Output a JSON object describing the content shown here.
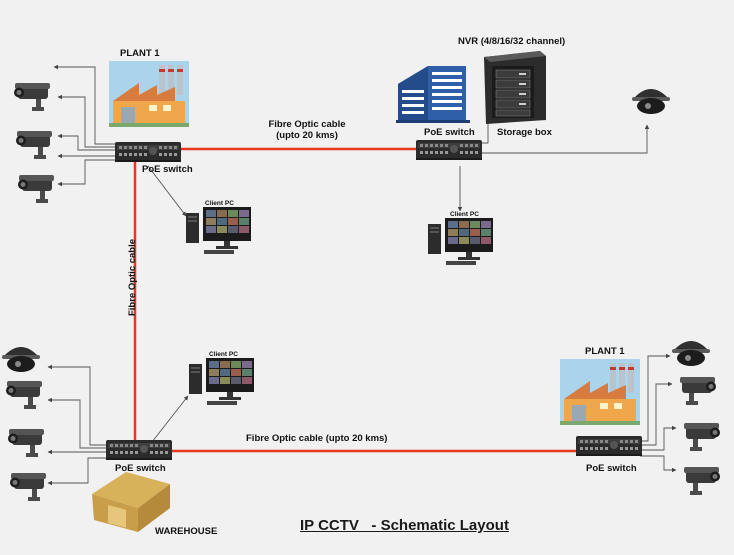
{
  "diagram": {
    "title": "IP CCTV   - Schematic Layout",
    "plant_top_left": "PLANT 1",
    "plant_bottom_right": "PLANT 1",
    "nvr_label": "NVR (4/8/16/32 channel)",
    "storage_label": "Storage box",
    "switch_labels": [
      "PoE switch",
      "PoE switch",
      "PoE switch",
      "PoE switch"
    ],
    "client_pc_labels": [
      "Client PC",
      "Client PC",
      "Client PC"
    ],
    "fibre_top_line1": "Fibre Optic cable",
    "fibre_top_line2": "(upto 20 kms)",
    "fibre_vertical": "Fibre Optic cable",
    "fibre_bottom": "Fibre Optic cable (upto 20 kms)",
    "warehouse_label": "WAREHOUSE"
  },
  "colors": {
    "fibre": "#e8391f",
    "cable": "#555555",
    "switch": "#2a2a2a",
    "building": "#2f5fa8",
    "factory_bg": "#a9d4ec",
    "warehouse_roof": "#d8b25a"
  },
  "icons": {
    "camera": "bullet-camera-icon",
    "dome": "dome-camera-icon",
    "pc": "client-pc-icon",
    "switch": "poe-switch-icon",
    "nvr": "nvr-storage-icon",
    "office": "office-building-icon",
    "factory": "factory-icon",
    "warehouse": "warehouse-icon"
  }
}
